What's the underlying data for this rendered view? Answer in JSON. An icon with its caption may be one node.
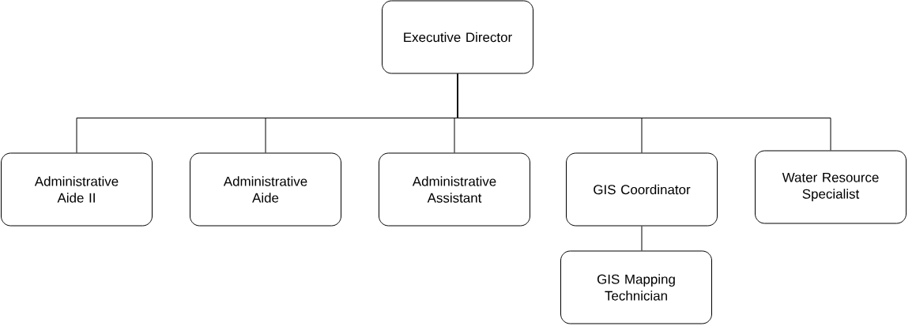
{
  "diagram": {
    "nodes": [
      {
        "text": [
          "Executive Director"
        ]
      },
      {
        "text": [
          "Administrative Aide II"
        ]
      },
      {
        "text": [
          "Administrative Aide"
        ]
      },
      {
        "text": [
          "Administrative Assistant"
        ]
      },
      {
        "text": [
          "GIS Coordinator"
        ]
      },
      {
        "text": [
          "Water Resource Specialist"
        ]
      },
      {
        "text": [
          "GIS Mapping Technician"
        ]
      }
    ],
    "edges": [
      {
        "from": 0,
        "to": 1,
        "arrow": "none"
      },
      {
        "from": 0,
        "to": 2,
        "arrow": "none"
      },
      {
        "from": 0,
        "to": 3,
        "arrow": "none"
      },
      {
        "from": 0,
        "to": 4,
        "arrow": "none"
      },
      {
        "from": 0,
        "to": 5,
        "arrow": "none"
      },
      {
        "from": 4,
        "to": 6,
        "arrow": "none"
      }
    ]
  }
}
